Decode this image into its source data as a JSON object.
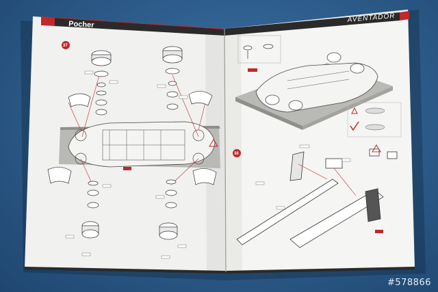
{
  "left_page": {
    "header_brand": "Pocher",
    "step_number": "37"
  },
  "right_page": {
    "header_model": "AVENTADOR",
    "step_number": "38"
  },
  "watermark": "#578866",
  "colors": {
    "background": "#2f5d8c",
    "paper": "#f3f3f1",
    "header_bar": "#2a2a2a",
    "accent_red": "#c0282a",
    "model_grey": "#b9b9b6"
  }
}
